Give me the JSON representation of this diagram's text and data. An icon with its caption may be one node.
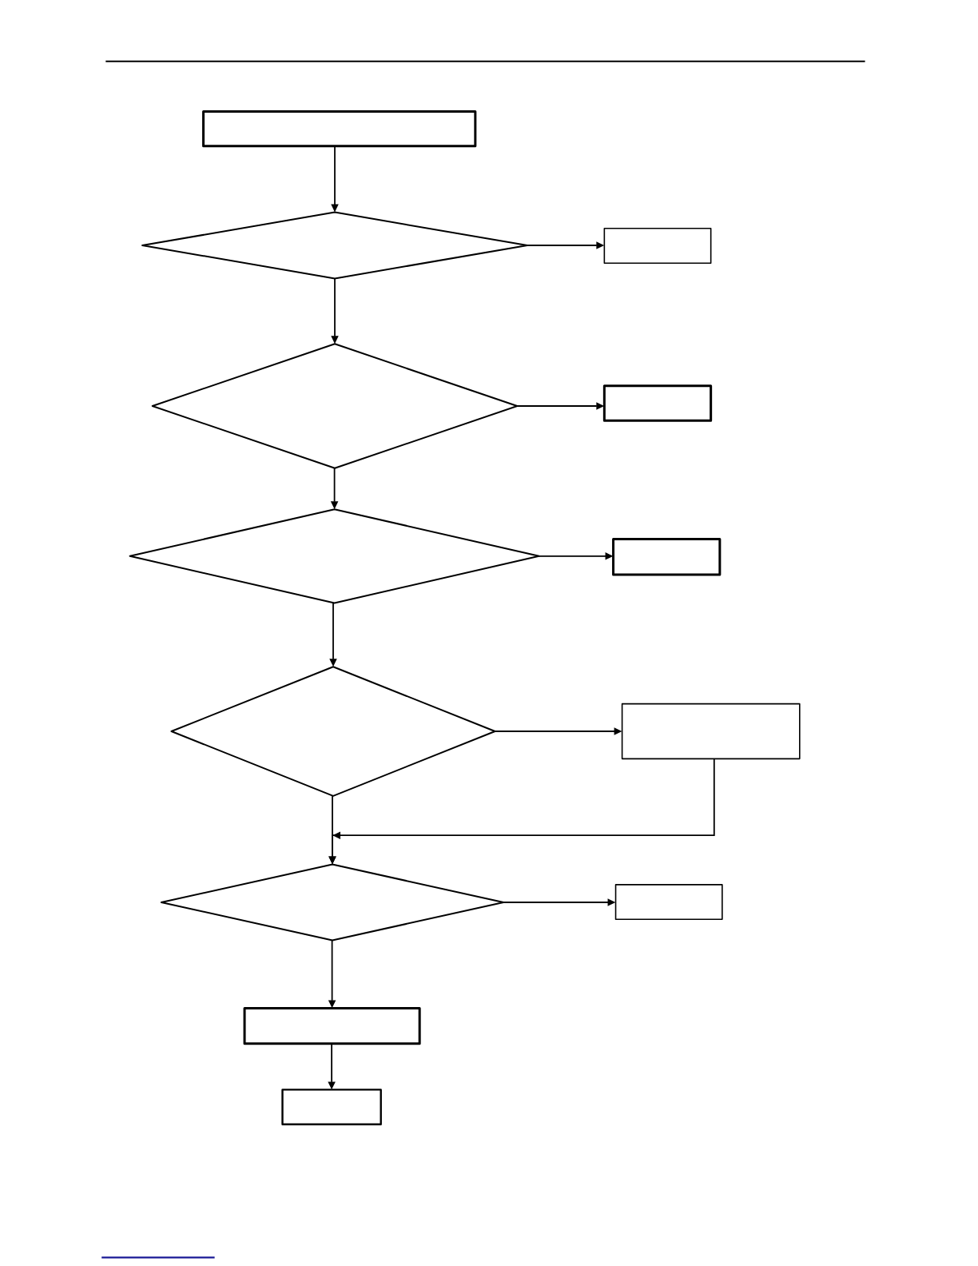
{
  "diagram": {
    "nodes": [
      {
        "text": [],
        "shape": "box"
      },
      {
        "text": [],
        "shape": "diamond"
      },
      {
        "text": [],
        "shape": "box"
      },
      {
        "text": [],
        "shape": "diamond"
      },
      {
        "text": [],
        "shape": "box"
      },
      {
        "text": [],
        "shape": "diamond"
      },
      {
        "text": [],
        "shape": "box"
      },
      {
        "text": [],
        "shape": "diamond"
      },
      {
        "text": [],
        "shape": "box"
      },
      {
        "text": [],
        "shape": "diamond"
      },
      {
        "text": [],
        "shape": "box"
      },
      {
        "text": [],
        "shape": "box"
      },
      {
        "text": [],
        "shape": "box"
      }
    ],
    "edges": [
      {
        "from": 0,
        "to": 1,
        "arrow": "to"
      },
      {
        "from": 1,
        "to": 2,
        "arrow": "to"
      },
      {
        "from": 1,
        "to": 3,
        "arrow": "to"
      },
      {
        "from": 3,
        "to": 4,
        "arrow": "to"
      },
      {
        "from": 3,
        "to": 5,
        "arrow": "to"
      },
      {
        "from": 5,
        "to": 6,
        "arrow": "to"
      },
      {
        "from": 5,
        "to": 7,
        "arrow": "to"
      },
      {
        "from": 7,
        "to": 8,
        "arrow": "to"
      },
      {
        "from": 7,
        "to": 9,
        "arrow": "to"
      },
      {
        "from": 8,
        "to": 9,
        "arrow": "to"
      },
      {
        "from": 9,
        "to": 10,
        "arrow": "to"
      },
      {
        "from": 9,
        "to": 11,
        "arrow": "to"
      },
      {
        "from": 11,
        "to": 12,
        "arrow": "to"
      }
    ]
  }
}
